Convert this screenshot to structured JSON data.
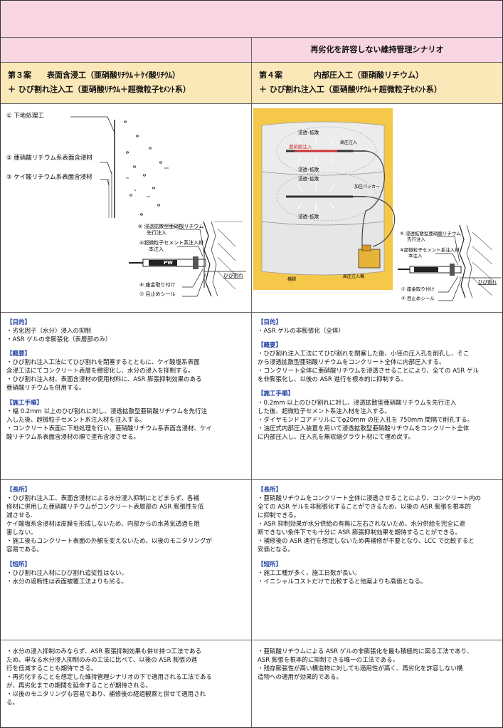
{
  "header": {
    "scenario_right": "再劣化を許容しない維持管理シナリオ"
  },
  "plan3": {
    "line1": "第３案　　表面含浸工（亜硝酸ﾘﾁｳﾑ＋ｹｲ酸ﾘﾁｳﾑ）",
    "line2": "＋ ひび割れ注入工（亜硝酸ﾘﾁｳﾑ＋超微粒子ｾﾒﾝﾄ系）"
  },
  "plan4": {
    "line1": "第４案　　　　内部圧入工（亜硝酸リチウム）",
    "line2": "＋ ひび割れ注入工（亜硝酸ﾘﾁｳﾑ＋超微粒子ｾﾒﾝﾄ系）"
  },
  "fig_left": {
    "l1": "① 下地処理工",
    "l2": "② 亜硝酸リチウム系表面含浸材",
    "l3": "③ ケイ酸リチウム系表面含浸材",
    "l5a": "⑤ 浸透拡散型亜硝酸リチウム",
    "l5b": "先行注入",
    "l4a": "④超微粒子セメント系注入材",
    "l4b": "本注入",
    "crack": "ひび割れ",
    "l6": "⑥ 座金取り付け",
    "l7": "⑦ 目止めシール"
  },
  "fig_right": {
    "diff1": "浸透･拡散",
    "inject": "亜硝酸注入",
    "high": "高圧注入",
    "diff2": "浸透･拡散",
    "diff3": "浸透･拡散",
    "packer": "加圧パッカー",
    "diff4": "浸透･拡散",
    "pier": "橋脚",
    "machine": "高圧注入機",
    "l5a": "⑤ 浸透拡散型亜硝酸リチウム",
    "l5b": "先行注入",
    "l4a": "④超微粒子セメント系注入材",
    "l4b": "本注入",
    "crack": "ひび割れ",
    "l6": "① 座金取り付け",
    "l7": "② 目止めシール"
  },
  "left": {
    "purpose_head": "【目的】",
    "purpose": [
      "・劣化因子（水分）浸入の抑制",
      "・ASR ゲルの非膨張化（表層部のみ）"
    ],
    "overview_head": "【概要】",
    "overview": [
      "・ひび割れ注入工法にてひび割れを閉塞するとともに、ケイ酸塩系表面",
      "含浸工法にてコンクリート表層を緻密化し、水分の浸入を抑制する。",
      "・ひび割れ注入材、表面含浸材の使用材料に、ASR 膨張抑制効果のある",
      "亜硝酸リチウムを併用する。"
    ],
    "proc_head": "【施工手順】",
    "proc": [
      "・幅 0.2mm 以上のひび割れに対し、浸透拡散型亜硝酸リチウムを先行注",
      "入した後、超微粒子セメント系注入材を注入する。",
      "・コンクリート表面に下地処理を行い、亜硝酸リチウム系表面含浸材、ケイ",
      "酸リチウム系表面含浸材の順で塗布含浸させる。"
    ],
    "merit_head": "【長所】",
    "merit": [
      "・ひび割れ注入工、表面含浸材による水分浸入抑制にとどまらず、各補",
      "修材に併用した亜硝酸リチウムがコンクリート表層部の ASR 膨張性を低",
      "減させる.",
      "ケイ酸塩系含浸材は皮膜を形成しないため、内部からの水蒸気透過を阻",
      "害しない。",
      "・施工後もコンクリート表面の外観を変えないため、以後のモニタリングが",
      "容易である。"
    ],
    "demerit_head": "【短所】",
    "demerit": [
      "・ひび割れ注入材にひび割れ追従性はない。",
      "・水分の遮断性は表面被覆工法よりも劣る。"
    ],
    "eval": [
      "・水分の浸入抑制のみならず、ASR 膨張抑制効果も併せ持つ工法である",
      "ため、単なる水分浸入抑制のみの工法に比べて、以後の ASR 膨張の進",
      "行を低減することも期待できる。",
      "・再劣化することを想定した維持管理シナリオの下で適用される工法である",
      "が、再劣化までの期間を延命することが期待される。",
      "・以後のモニタリングも容易であり、補修後の経過観察と併せて適用され",
      "る。"
    ]
  },
  "right": {
    "purpose_head": "【目的】",
    "purpose": [
      "・ASR ゲルの非膨張化（全体）"
    ],
    "overview_head": "【概要】",
    "overview": [
      "・ひび割れ注入工法にてひび割れを閉塞した後、小径の圧入孔を削孔し、そこ",
      "から浸透拡散型亜硝酸リチウムをコンクリート全体に内部圧入する。",
      "・コンクリート全体に亜硝酸リチウムを浸透させることにより、全ての ASR ゲル",
      "を非膨張化し、以後の ASR 進行を根本的に抑制する。"
    ],
    "proc_head": "【施工手順】",
    "proc": [
      "・0.2mm 以上のひび割れに対し、浸透拡散型亜硝酸リチウムを先行注入",
      "した後、超微粒子セメント系注入材を注入する。",
      "・ダイヤモンドコアドリルにてφ20mm の圧入孔を 750mm 間隔で削孔する。",
      "・油圧式内部圧入装置を用いて浸透拡散型亜硝酸リチウムをコンクリート全体",
      "に内部圧入し、圧入孔を無収縮グラウト材にて埋め戻す。"
    ],
    "merit_head": "【長所】",
    "merit": [
      "・亜硝酸リチウムをコンクリート全体に浸透させることにより、コンクリート内の",
      "全ての ASR ゲルを非膨張化することができるため、以後の ASR 膨張を根本的",
      "に抑制できる。",
      "・ASR 抑制効果が水分供給の有無に左右されないため、水分供給を完全に遮",
      "断できない条件下でも十分に ASR 膨張抑制効果を期待することができる。",
      "・補修後の ASR 進行を想定しないため再補修が不要となり、LCC で比較すると",
      "安価となる。"
    ],
    "demerit_head": "【短所】",
    "demerit": [
      "・施工工種が多く、施工日数が長い。",
      "・イニシャルコストだけで比較すると他案よりも高価となる。"
    ],
    "eval": [
      "・亜硝酸リチウムによる ASR ゲルの非膨張化を最も積極的に図る工法であり、",
      "ASR 膨張を根本的に抑制できる唯一の工法である。",
      "・残存膨張性が高い構造物に対しても適用性が高く、再劣化を許容しない構",
      "造物への適用が効果的である。"
    ]
  }
}
